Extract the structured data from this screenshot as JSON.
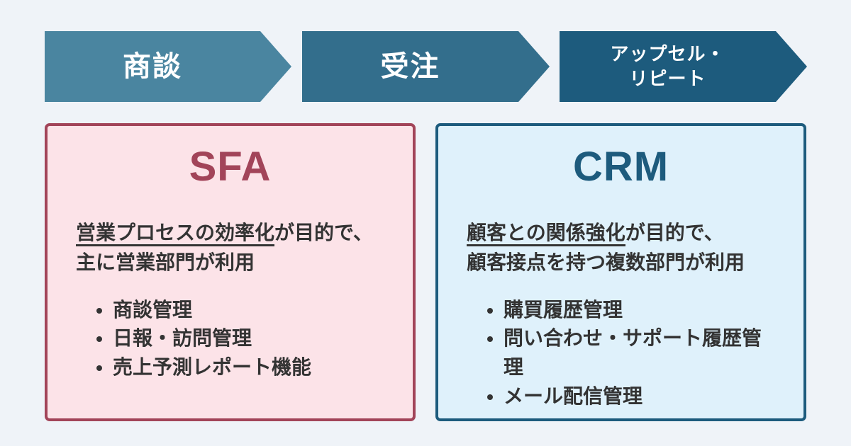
{
  "palette": {
    "page_background": "#EFF3F8",
    "arrow_step1": "#4A85A0",
    "arrow_step2": "#336E8C",
    "arrow_step3": "#1D5B7D",
    "sfa_background": "#FCE3E8",
    "sfa_accent": "#A24459",
    "crm_background": "#DFF1FB",
    "crm_accent": "#1D5B7D",
    "body_text": "#333333",
    "arrow_text": "#FFFFFF"
  },
  "process_flow": {
    "steps": [
      {
        "lines": [
          "商談"
        ]
      },
      {
        "lines": [
          "受注"
        ]
      },
      {
        "lines": [
          "アップセル・",
          "リピート"
        ]
      }
    ]
  },
  "cards": {
    "sfa": {
      "title": "SFA",
      "desc_underlined": "営業プロセスの効率化",
      "desc_line1_rest": "が目的で、",
      "desc_line2": "主に営業部門が利用",
      "bullets": [
        "商談管理",
        "日報・訪問管理",
        "売上予測レポート機能"
      ]
    },
    "crm": {
      "title": "CRM",
      "desc_underlined": "顧客との関係強化",
      "desc_line1_rest": "が目的で、",
      "desc_line2": "顧客接点を持つ複数部門が利用",
      "bullets": [
        "購買履歴管理",
        "問い合わせ・サポート履歴管理",
        "メール配信管理"
      ]
    }
  }
}
